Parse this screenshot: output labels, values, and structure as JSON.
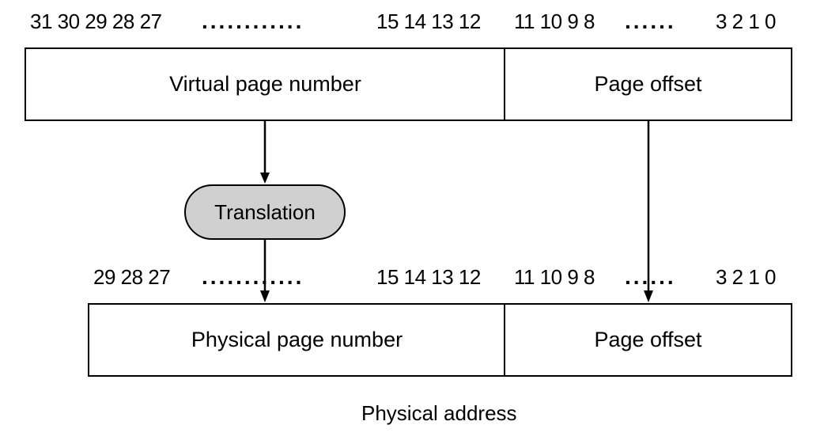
{
  "virtual": {
    "bits_high": "31 30 29 28 27",
    "dots_high": "............",
    "bits_mid": "15 14 13 12",
    "bits_low_hi": "11 10 9 8",
    "dots_low": "......",
    "bits_low_lo": "3 2 1 0",
    "page_number_label": "Virtual page number",
    "offset_label": "Page offset"
  },
  "translation": {
    "label": "Translation"
  },
  "physical": {
    "bits_high": "29 28 27",
    "dots_high": "............",
    "bits_mid": "15 14 13 12",
    "bits_low_hi": "11 10 9 8",
    "dots_low": "......",
    "bits_low_lo": "3 2 1 0",
    "page_number_label": "Physical page number",
    "offset_label": "Page offset",
    "caption": "Physical address"
  }
}
